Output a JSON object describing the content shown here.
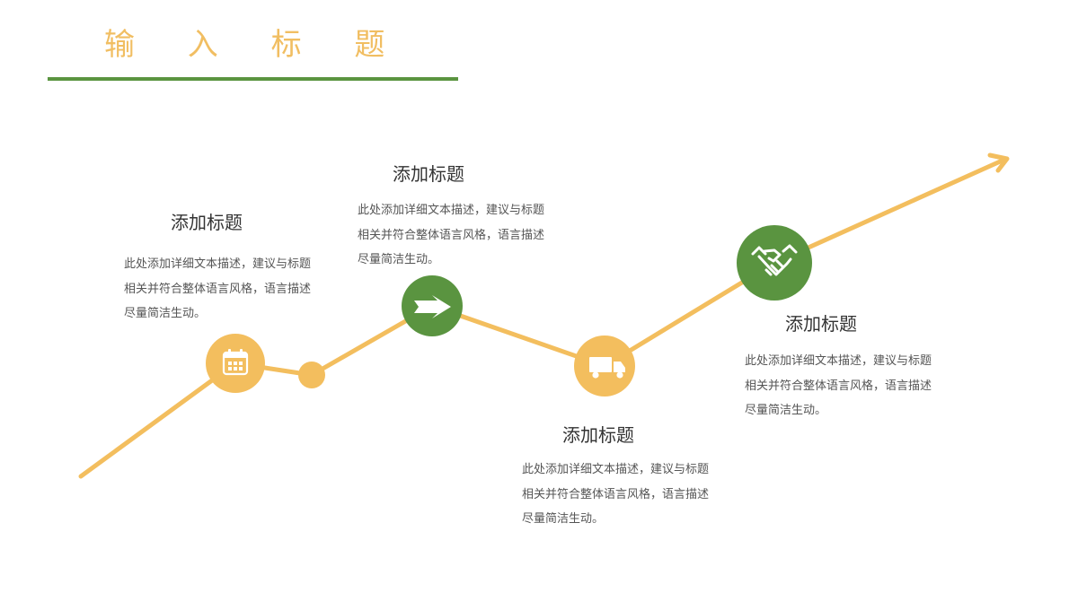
{
  "slide": {
    "title": "输 入 标 题",
    "colors": {
      "accent_orange": "#F3BE5E",
      "accent_green": "#5A9440",
      "title_text": "#F1BE62",
      "heading_text": "#333333",
      "body_text": "#555555"
    }
  },
  "steps": [
    {
      "heading": "添加标题",
      "description": "此处添加详细文本描述，建议与标题相关并符合整体语言风格，语言描述尽量简洁生动。",
      "icon": "calendar-icon",
      "node_color": "orange"
    },
    {
      "heading": "添加标题",
      "description": "此处添加详细文本描述，建议与标题相关并符合整体语言风格，语言描述尽量简洁生动。",
      "icon": "arrow-right-icon",
      "node_color": "green"
    },
    {
      "heading": "添加标题",
      "description": "此处添加详细文本描述，建议与标题相关并符合整体语言风格，语言描述尽量简洁生动。",
      "icon": "truck-icon",
      "node_color": "orange"
    },
    {
      "heading": "添加标题",
      "description": "此处添加详细文本描述，建议与标题相关并符合整体语言风格，语言描述尽量简洁生动。",
      "icon": "handshake-icon",
      "node_color": "green"
    }
  ]
}
